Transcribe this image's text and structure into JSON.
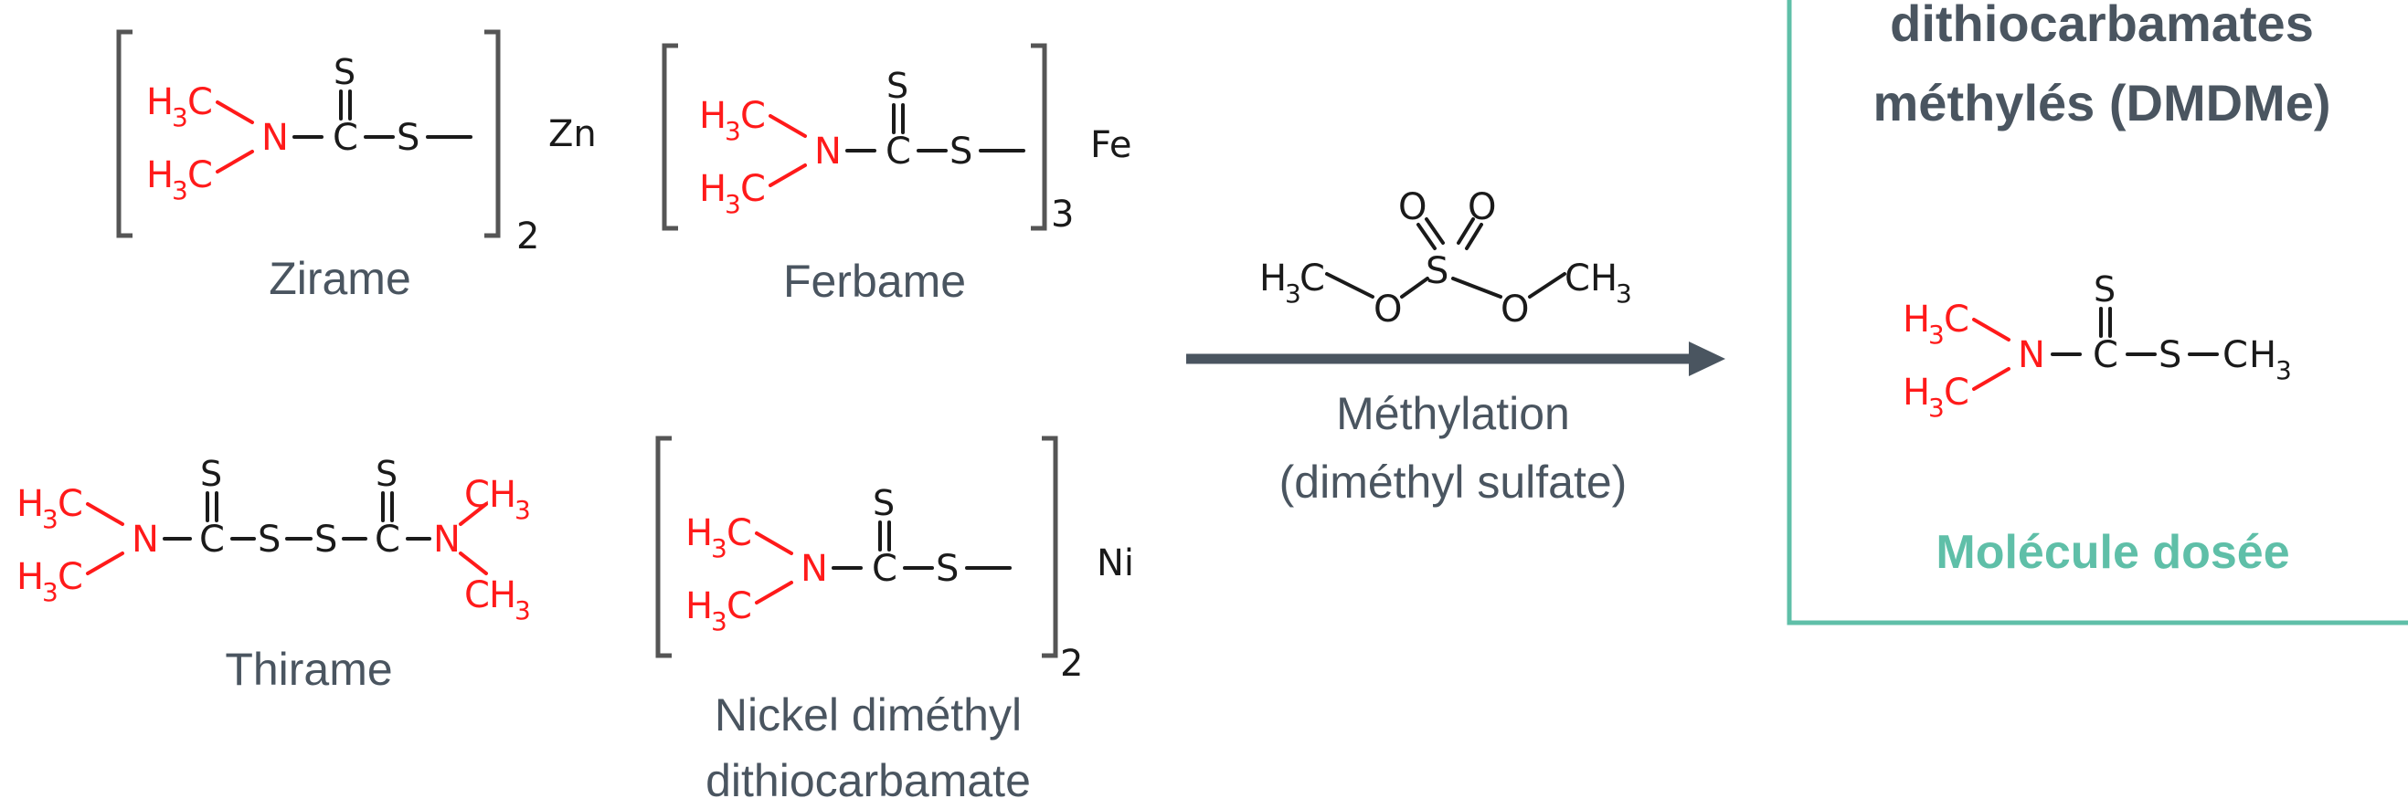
{
  "compounds": {
    "zirame": {
      "name": "Zirame",
      "metal": "Zn",
      "index": "2"
    },
    "ferbame": {
      "name": "Ferbame",
      "metal": "Fe",
      "index": "3"
    },
    "thirame": {
      "name": "Thirame"
    },
    "nickel": {
      "name_line1": "Nickel diméthyl",
      "name_line2": "dithiocarbamate",
      "metal": "Ni",
      "index": "2"
    }
  },
  "reaction": {
    "label_line1": "Méthylation",
    "label_line2": "(diméthyl sulfate)"
  },
  "product": {
    "title_line1": "dithiocarbamates",
    "title_line2": "méthylés (DMDMe)",
    "caption": "Molécule dosée"
  },
  "atoms": {
    "H": "H",
    "C": "C",
    "N": "N",
    "S": "S",
    "O": "O",
    "sub3": "3"
  },
  "colors": {
    "methyl_groups": "#ff1a1a",
    "box_border": "#5fbfa8",
    "arrow": "#4a5560",
    "text": "#4a5560"
  }
}
